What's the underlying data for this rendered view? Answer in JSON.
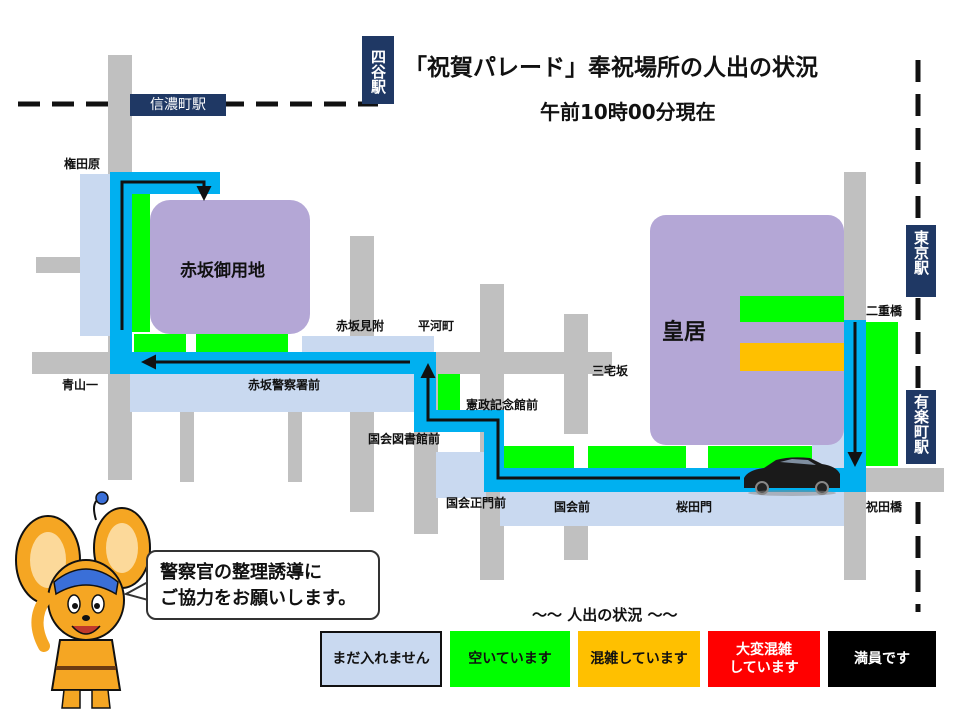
{
  "header": {
    "title": "「祝賀パレード」奉祝場所の人出の状況",
    "timestamp": "午前10時00分現在"
  },
  "stations": {
    "yotsuya": "四谷駅",
    "shinanomachi": "信濃町駅",
    "tokyo": "東京駅",
    "yurakucho": "有楽町駅"
  },
  "landmarks": {
    "akasaka_gyoyochi": "赤坂御用地",
    "kokyo": "皇居"
  },
  "places": {
    "gondawara": "権田原",
    "aoyama_itchome": "青山一",
    "akasaka_keisatsusho_mae": "赤坂警察署前",
    "akasaka_mitsuke": "赤坂見附",
    "hirakawacho": "平河町",
    "kensei_kinenkan_mae": "憲政記念館前",
    "kokkai_toshokan_mae": "国会図書館前",
    "kokkai_seimon_mae": "国会正門前",
    "kokkai_mae": "国会前",
    "sakuradamon": "桜田門",
    "miyakezaka": "三宅坂",
    "nijubashi": "二重橋",
    "iwaidabashi": "祝田橋"
  },
  "speech_bubble": {
    "line1": "警察官の整理誘導に",
    "line2": "ご協力をお願いします。"
  },
  "legend": {
    "title": "～～ 人出の状況 ～～",
    "items": [
      {
        "label": "まだ入れません",
        "color": "#c9d9f0"
      },
      {
        "label": "空いています",
        "color": "#00ff00"
      },
      {
        "label": "混雑しています",
        "color": "#ffc000"
      },
      {
        "label_line1": "大変混雑",
        "label_line2": "しています",
        "color": "#ff0000"
      },
      {
        "label": "満員です",
        "color": "#000000"
      }
    ]
  },
  "colors": {
    "road": "#c0c0c0",
    "route": "#00b0f0",
    "station_label": "#1f3864",
    "not_yet": "#c9d9f0",
    "vacant": "#00ff00",
    "crowded": "#ffc000",
    "landmark": "#b4a7d6"
  }
}
